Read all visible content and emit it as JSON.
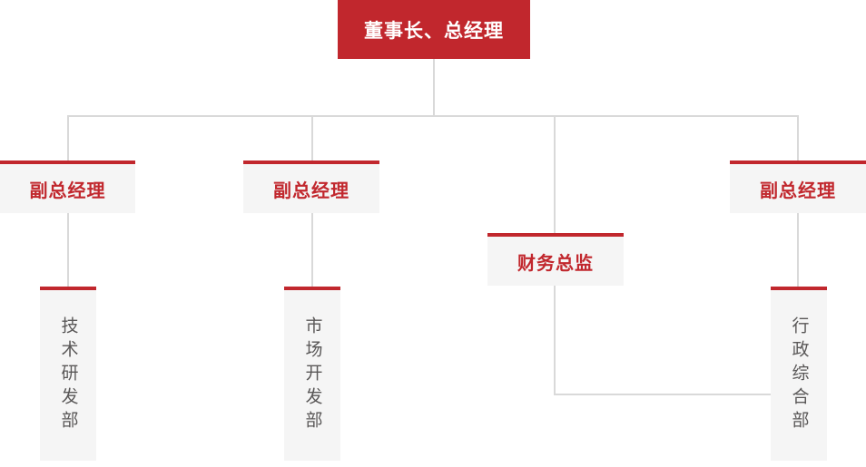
{
  "org_chart": {
    "root": {
      "label": "董事长、总经理"
    },
    "level2": [
      {
        "label": "副总经理"
      },
      {
        "label": "副总经理"
      },
      {
        "label": "财务总监"
      },
      {
        "label": "副总经理"
      }
    ],
    "level3": [
      {
        "label": "技术研发部"
      },
      {
        "label": "市场开发部"
      },
      {
        "label": "行政综合部"
      }
    ]
  },
  "colors": {
    "primary_red": "#c1272d",
    "box_bg": "#f5f5f5",
    "connector": "#d9d9d9",
    "dept_text": "#595757",
    "root_text": "#ffffff"
  }
}
